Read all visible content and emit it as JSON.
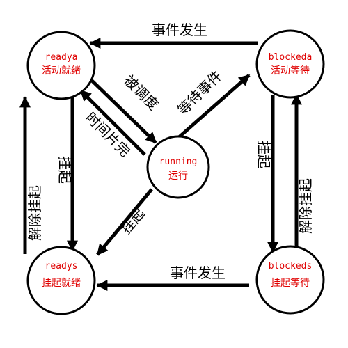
{
  "nodes": {
    "readya": {
      "id": "readya",
      "label": "活动就绪"
    },
    "blockeda": {
      "id": "blockeda",
      "label": "活动等待"
    },
    "running": {
      "id": "running",
      "label": "运行"
    },
    "readys": {
      "id": "readys",
      "label": "挂起就绪"
    },
    "blockeds": {
      "id": "blockeds",
      "label": "挂起等待"
    }
  },
  "edges": {
    "top_event": "事件发生",
    "bottom_event": "事件发生",
    "scheduled": "被调度",
    "time_slice": "时间片完",
    "wait_event": "等待事件",
    "suspend_left": "挂起",
    "suspend_center": "挂起",
    "suspend_right": "挂起",
    "resume_left": "解除挂起",
    "resume_right": "解除挂起"
  },
  "colors": {
    "line": "#000000",
    "node_text": "#e00000",
    "edge_text": "#000000"
  }
}
